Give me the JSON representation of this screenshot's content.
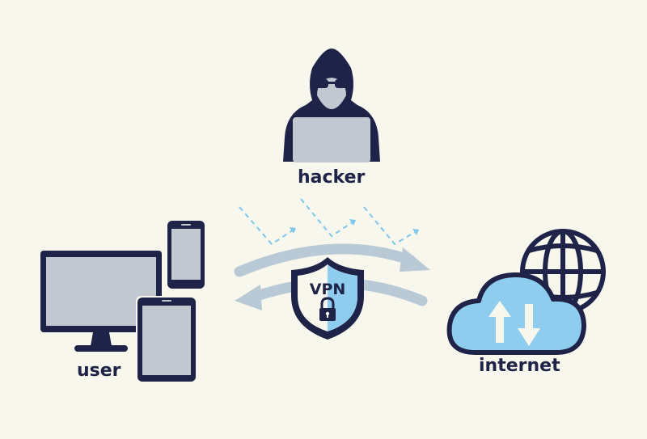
{
  "labels": {
    "hacker": "hacker",
    "user": "user",
    "internet": "internet",
    "vpn": "VPN"
  },
  "icons": [
    "hacker-icon",
    "monitor-icon",
    "phone-icon",
    "tablet-icon",
    "vpn-shield-icon",
    "padlock-icon",
    "cloud-icon",
    "globe-icon",
    "upload-arrow-icon",
    "download-arrow-icon"
  ],
  "colors": {
    "background": "#f8f7ee",
    "navy": "#1e2347",
    "screen_gray": "#c2c8d0",
    "light_blue": "#8fcdef",
    "dashed_blue": "#7fc6ec",
    "arrow_gray": "#b9c9d5"
  }
}
